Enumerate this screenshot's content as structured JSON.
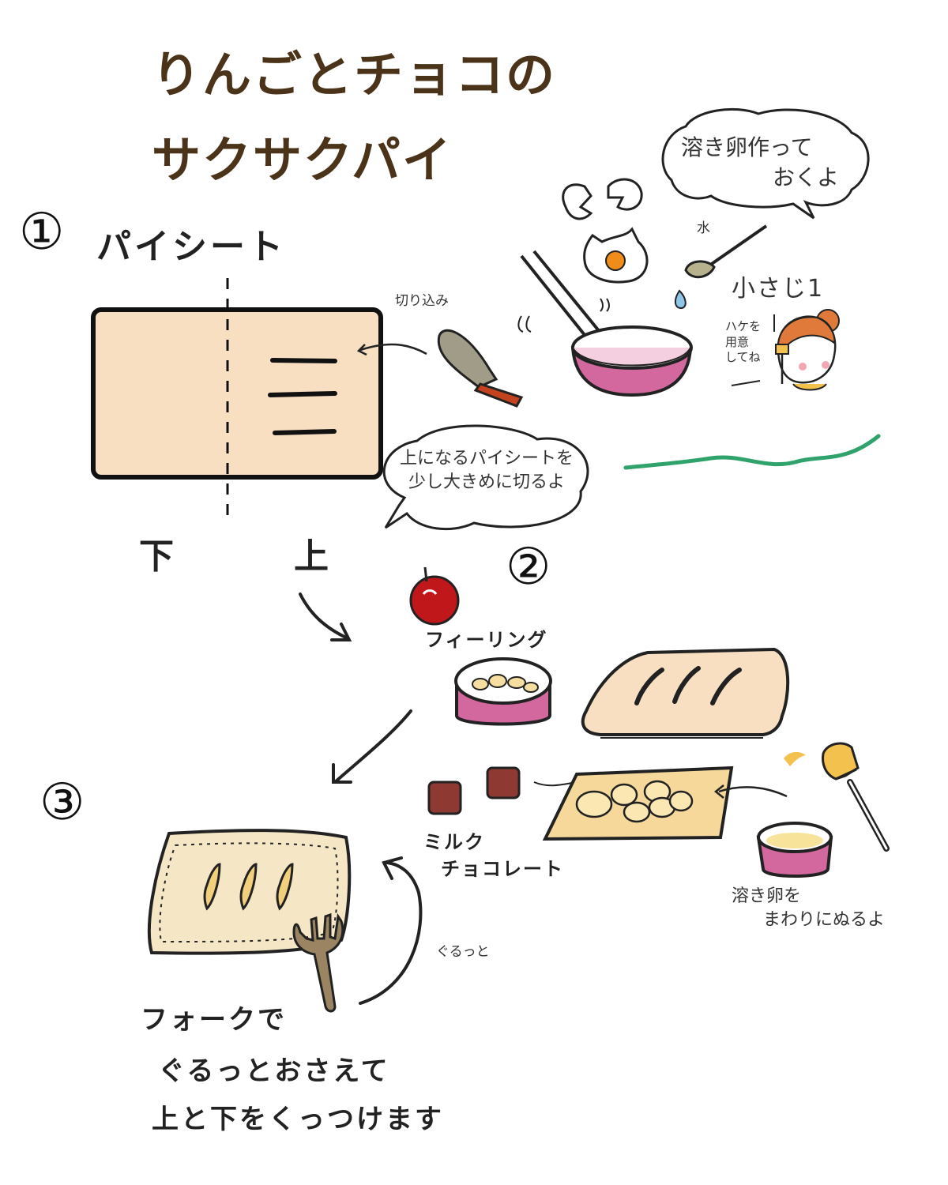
{
  "title": {
    "line1": "りんごとチョコの",
    "line2": "サクサクパイ"
  },
  "step1": {
    "number": "①",
    "heading": "パイシート",
    "cut_label": "切り込み",
    "label_bottom": "下",
    "label_top": "上",
    "bubble": {
      "line1": "上になるパイシートを",
      "line2": "少し大きめに切るよ"
    }
  },
  "egg": {
    "bubble": {
      "line1": "溶き卵作って",
      "line2": "おくよ"
    },
    "water_label": "水",
    "spoon_label": "小さじ1",
    "brush_note": {
      "line1": "ハケを",
      "line2": "用意",
      "line3": "してね"
    }
  },
  "step2": {
    "number": "②",
    "filling_label": "フィーリング",
    "chocolate_label": {
      "line1": "ミルク",
      "line2": "チョコレート"
    },
    "egg_note": {
      "line1": "溶き卵を",
      "line2": "まわりにぬるよ"
    }
  },
  "step3": {
    "number": "③",
    "guruto_label": "ぐるっと",
    "caption": {
      "line1": "フォークで",
      "line2": "ぐるっとおさえて",
      "line3": "上と下をくっつけます"
    }
  },
  "colors": {
    "title_brown": "#4a3318",
    "pastry": "#f8dfc2",
    "pastry_baked": "#f5e7c6",
    "bowl_pink": "#d3689e",
    "apple_red": "#c0171b",
    "chocolate": "#8e3a32",
    "green_line": "#2fa36b",
    "fork_brown": "#9a8462"
  }
}
